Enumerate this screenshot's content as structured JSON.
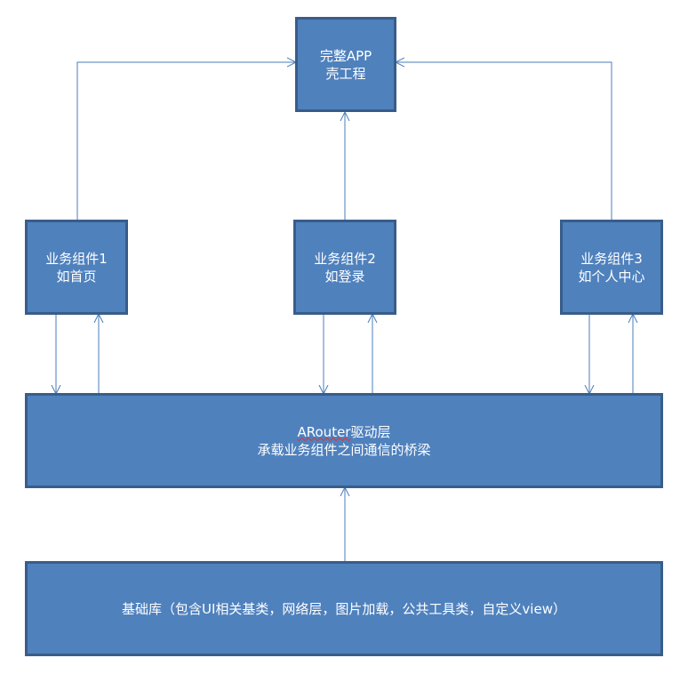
{
  "nodes": {
    "app_shell": {
      "line1": "完整APP",
      "line2": "壳工程"
    },
    "component1": {
      "line1": "业务组件1",
      "line2": "如首页"
    },
    "component2": {
      "line1": "业务组件2",
      "line2": "如登录"
    },
    "component3": {
      "line1": "业务组件3",
      "line2": "如个人中心"
    },
    "router": {
      "line1_underlined": "ARouter",
      "line1_rest": "驱动层",
      "line2": "承载业务组件之间通信的桥梁"
    },
    "base_lib": {
      "line1": "基础库（包含UI相关基类，网络层，图片加载，公共工具类，自定义view）"
    }
  },
  "colors": {
    "fill": "#4F81BD",
    "border": "#385D8A",
    "line": "#4A7EBB"
  }
}
